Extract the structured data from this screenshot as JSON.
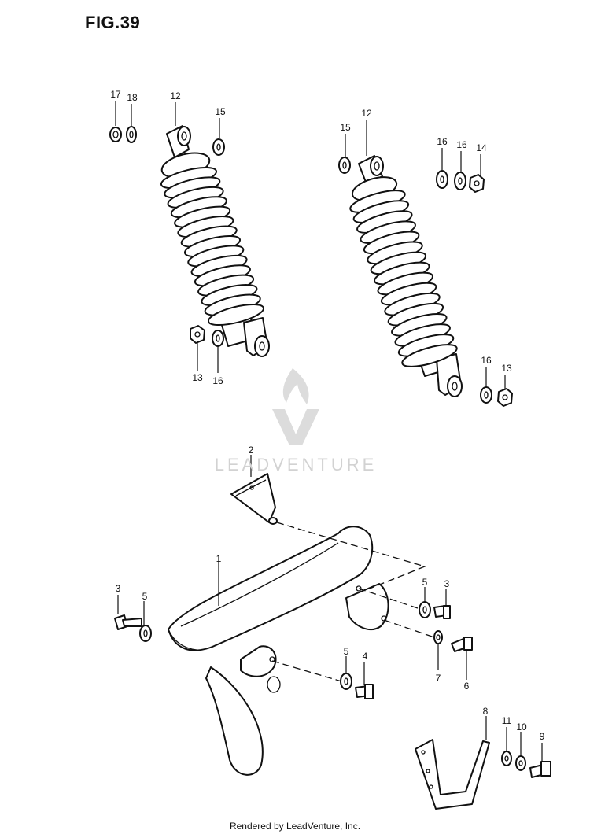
{
  "figure": {
    "title": "FIG.39"
  },
  "watermark": {
    "brand": "LEADVENTURE"
  },
  "footer": {
    "text": "Rendered by LeadVenture, Inc."
  },
  "callouts": {
    "c17": "17",
    "c18": "18",
    "c12a": "12",
    "c15a": "15",
    "c13a": "13",
    "c16a": "16",
    "c15b": "15",
    "c12b": "12",
    "c16b": "16",
    "c16c": "16",
    "c14": "14",
    "c16d": "16",
    "c13b": "13",
    "c2": "2",
    "c1": "1",
    "c3a": "3",
    "c5a": "5",
    "c5b": "5",
    "c3b": "3",
    "c5c": "5",
    "c4": "4",
    "c7": "7",
    "c6": "6",
    "c8": "8",
    "c11": "11",
    "c10": "10",
    "c9": "9"
  }
}
